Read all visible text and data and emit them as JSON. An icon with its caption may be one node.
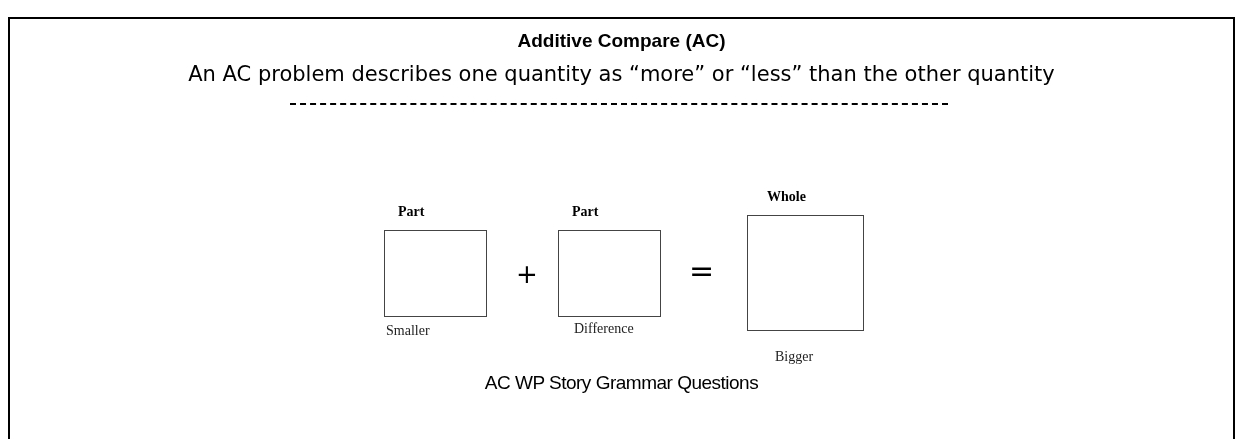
{
  "diagram": {
    "title": "Additive Compare (AC)",
    "caption": "AC WP Story Grammar Questions",
    "nodes": [
      {
        "text": [
          "Part"
        ],
        "beside": [
          "Smaller"
        ]
      },
      {
        "text": [
          "Part"
        ],
        "beside": [
          "Difference"
        ]
      },
      {
        "text": [
          "Whole"
        ],
        "beside": [
          "Bigger"
        ]
      }
    ],
    "edges": [],
    "labels": [
      "An AC problem describes one quantity as “more” or “less” than the other quantity",
      "+",
      "="
    ]
  }
}
